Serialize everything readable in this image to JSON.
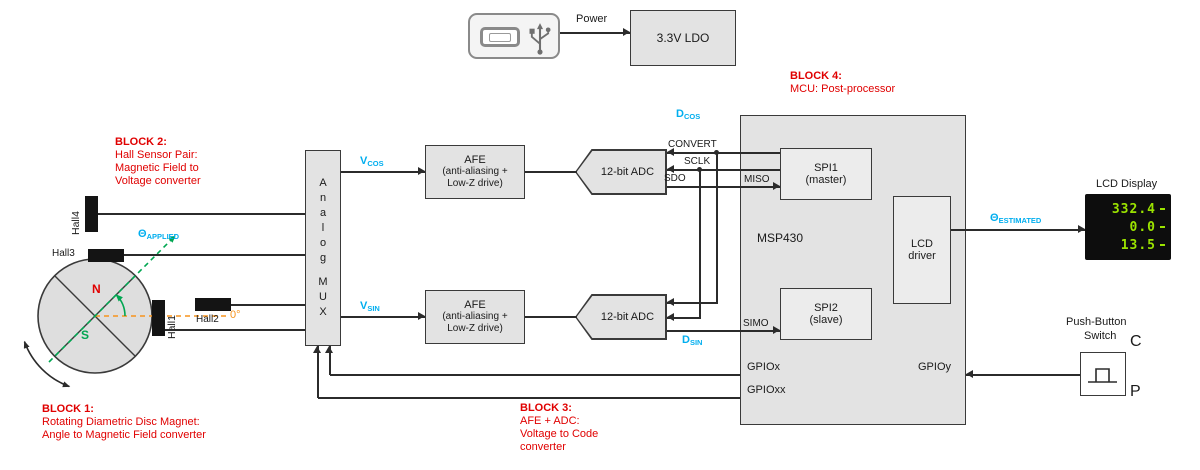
{
  "colors": {
    "accent_red": "#E00000",
    "signal_cyan": "#00AEEF",
    "zero_axis_orange": "#F7941D",
    "magnet_green": "#00A651",
    "lcd_digits": "#9BE300",
    "block_fill": "#E3E3E3"
  },
  "power": {
    "usb_label": "Power",
    "ldo": "3.3V LDO"
  },
  "blocks": {
    "b1": {
      "title": "BLOCK 1:",
      "lines": [
        "Rotating Diametric Disc Magnet:",
        "Angle to Magnetic Field converter"
      ]
    },
    "b2": {
      "title": "BLOCK 2:",
      "lines": [
        "Hall Sensor Pair:",
        "Magnetic Field to",
        "Voltage converter"
      ]
    },
    "b3": {
      "title": "BLOCK 3:",
      "lines": [
        "AFE + ADC:",
        "Voltage to Code",
        "converter"
      ]
    },
    "b4": {
      "title": "BLOCK 4:",
      "lines": [
        "MCU: Post-processor"
      ]
    }
  },
  "magnet": {
    "n": "N",
    "s": "S",
    "zero": "0°",
    "theta": "Θ",
    "theta_sub": "APPLIED"
  },
  "halls": {
    "h1": "Hall1",
    "h2": "Hall2",
    "h3": "Hall3",
    "h4": "Hall4"
  },
  "mux": {
    "letters": [
      "A",
      "n",
      "a",
      "l",
      "o",
      "g",
      "M",
      "U",
      "X"
    ]
  },
  "afe": {
    "title": "AFE",
    "sub1": "(anti-aliasing +",
    "sub2": "Low-Z drive)"
  },
  "adc": {
    "label": "12-bit ADC"
  },
  "sig": {
    "v": "V",
    "cos": "COS",
    "sin": "SIN",
    "d": "D",
    "convert": "CONVERT",
    "sclk": "SCLK",
    "sdo": "SDO",
    "miso": "MISO",
    "simo": "SIMO",
    "gpiox": "GPIOx",
    "gpioxx": "GPIOxx",
    "gpioy": "GPIOy",
    "theta": "Θ",
    "est": "ESTIMATED"
  },
  "mcu": {
    "name": "MSP430",
    "spi1_l1": "SPI1",
    "spi1_l2": "(master)",
    "spi2_l1": "SPI2",
    "spi2_l2": "(slave)",
    "lcdDrv_l1": "LCD",
    "lcdDrv_l2": "driver"
  },
  "lcd": {
    "title": "LCD Display",
    "rows": [
      "332.4",
      "0.0",
      "13.5"
    ]
  },
  "pushbutton": {
    "l1": "Push-Button",
    "l2": "Switch"
  },
  "stray": {
    "c": "C",
    "p": "P"
  }
}
